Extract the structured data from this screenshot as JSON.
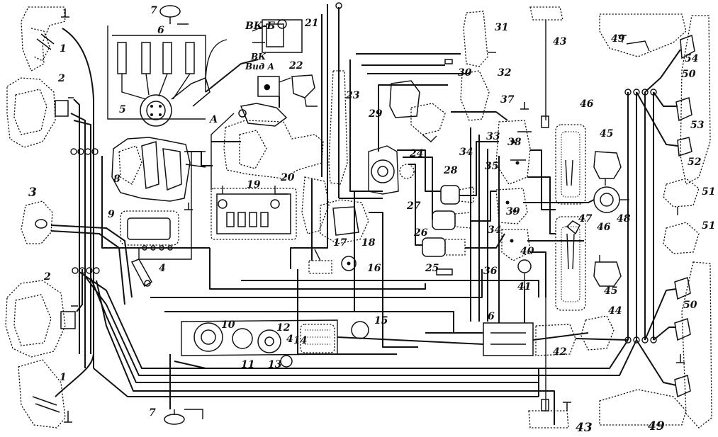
{
  "labels": {
    "n1": "1",
    "n2": "2",
    "n3": "3",
    "n4": "4",
    "n5": "5",
    "n6": "6",
    "n7": "7",
    "n8": "8",
    "n9": "9",
    "n10": "10",
    "n11": "11",
    "n12": "12",
    "n13": "13",
    "n14": "14",
    "n15": "15",
    "n16": "16",
    "n17": "17",
    "n18": "18",
    "n19": "19",
    "n20": "20",
    "n21": "21",
    "n22": "22",
    "n23": "23",
    "n24": "24",
    "n25": "25",
    "n26": "26",
    "n27": "27",
    "n28": "28",
    "n29": "29",
    "n30": "30",
    "n31": "31",
    "n32": "32",
    "n33": "33",
    "n34": "34",
    "n35": "35",
    "n36": "36",
    "n37": "37",
    "n38": "38",
    "n39": "39",
    "n40": "40",
    "n41": "41",
    "n42": "42",
    "n43": "43",
    "n44": "44",
    "n45": "45",
    "n46": "46",
    "n47": "47",
    "n48": "48",
    "n49": "49",
    "n50": "50",
    "n51": "51",
    "n52": "52",
    "n53": "53",
    "n54": "54",
    "vkb": "ВК-Б",
    "vk": "ВК",
    "vida": "Вид А",
    "a": "А"
  }
}
